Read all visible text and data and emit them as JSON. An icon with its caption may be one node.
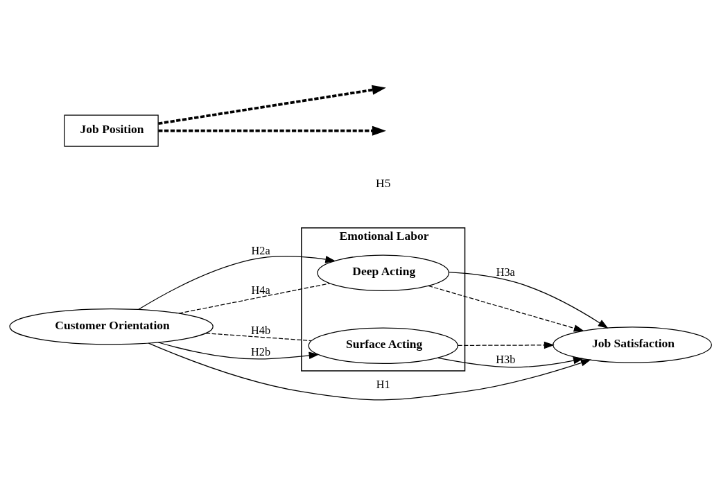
{
  "diagram": {
    "nodes": [
      {
        "text": [
          "Emotional Labor"
        ]
      },
      {
        "text": [
          "Deep Acting"
        ],
        "in": 0
      },
      {
        "text": [
          "Surface Acting"
        ],
        "in": 0
      },
      {
        "text": [
          "Customer Orientation"
        ]
      },
      {
        "text": [
          "Job Satisfaction"
        ]
      },
      {
        "text": [
          "Job Position"
        ]
      }
    ],
    "edges": [
      {
        "from": 3,
        "to": 1,
        "arrow": "to",
        "label": "H2a"
      },
      {
        "from": 3,
        "to": 1,
        "arrow": "none",
        "style": "dashed",
        "label": "H4a"
      },
      {
        "from": 3,
        "to": 4,
        "arrow": "to",
        "label": "H1"
      },
      {
        "from": 3,
        "to": 2,
        "arrow": "none",
        "style": "dashed",
        "label": "H4b"
      },
      {
        "from": 3,
        "to": 2,
        "arrow": "to",
        "label": "H2b"
      },
      {
        "from": 1,
        "to": 4,
        "arrow": "to",
        "label": "H3a"
      },
      {
        "from": 1,
        "to": 4,
        "arrow": "to",
        "style": "dashed"
      },
      {
        "from": 2,
        "to": 4,
        "arrow": "to",
        "style": "dashed"
      },
      {
        "from": 2,
        "to": 4,
        "arrow": "to",
        "label": "H3b"
      },
      {
        "from": 5,
        "to": null,
        "arrow": "to",
        "style": "dashed"
      },
      {
        "from": 5,
        "to": null,
        "arrow": "to",
        "style": "dashed"
      }
    ],
    "labels": [
      "H5"
    ]
  }
}
